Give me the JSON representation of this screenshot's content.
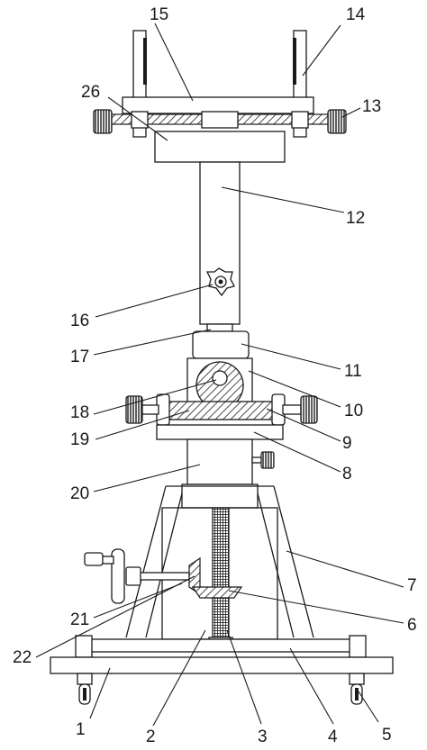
{
  "labels": {
    "l1": "1",
    "l2": "2",
    "l3": "3",
    "l4": "4",
    "l5": "5",
    "l6": "6",
    "l7": "7",
    "l8": "8",
    "l9": "9",
    "l10": "10",
    "l11": "11",
    "l12": "12",
    "l13": "13",
    "l14": "14",
    "l15": "15",
    "l16": "16",
    "l17": "17",
    "l18": "18",
    "l19": "19",
    "l20": "20",
    "l21": "21",
    "l22": "22",
    "l26": "26"
  },
  "colors": {
    "stroke": "#1a1a1a",
    "hatch": "#1a1a1a",
    "background": "#ffffff"
  }
}
